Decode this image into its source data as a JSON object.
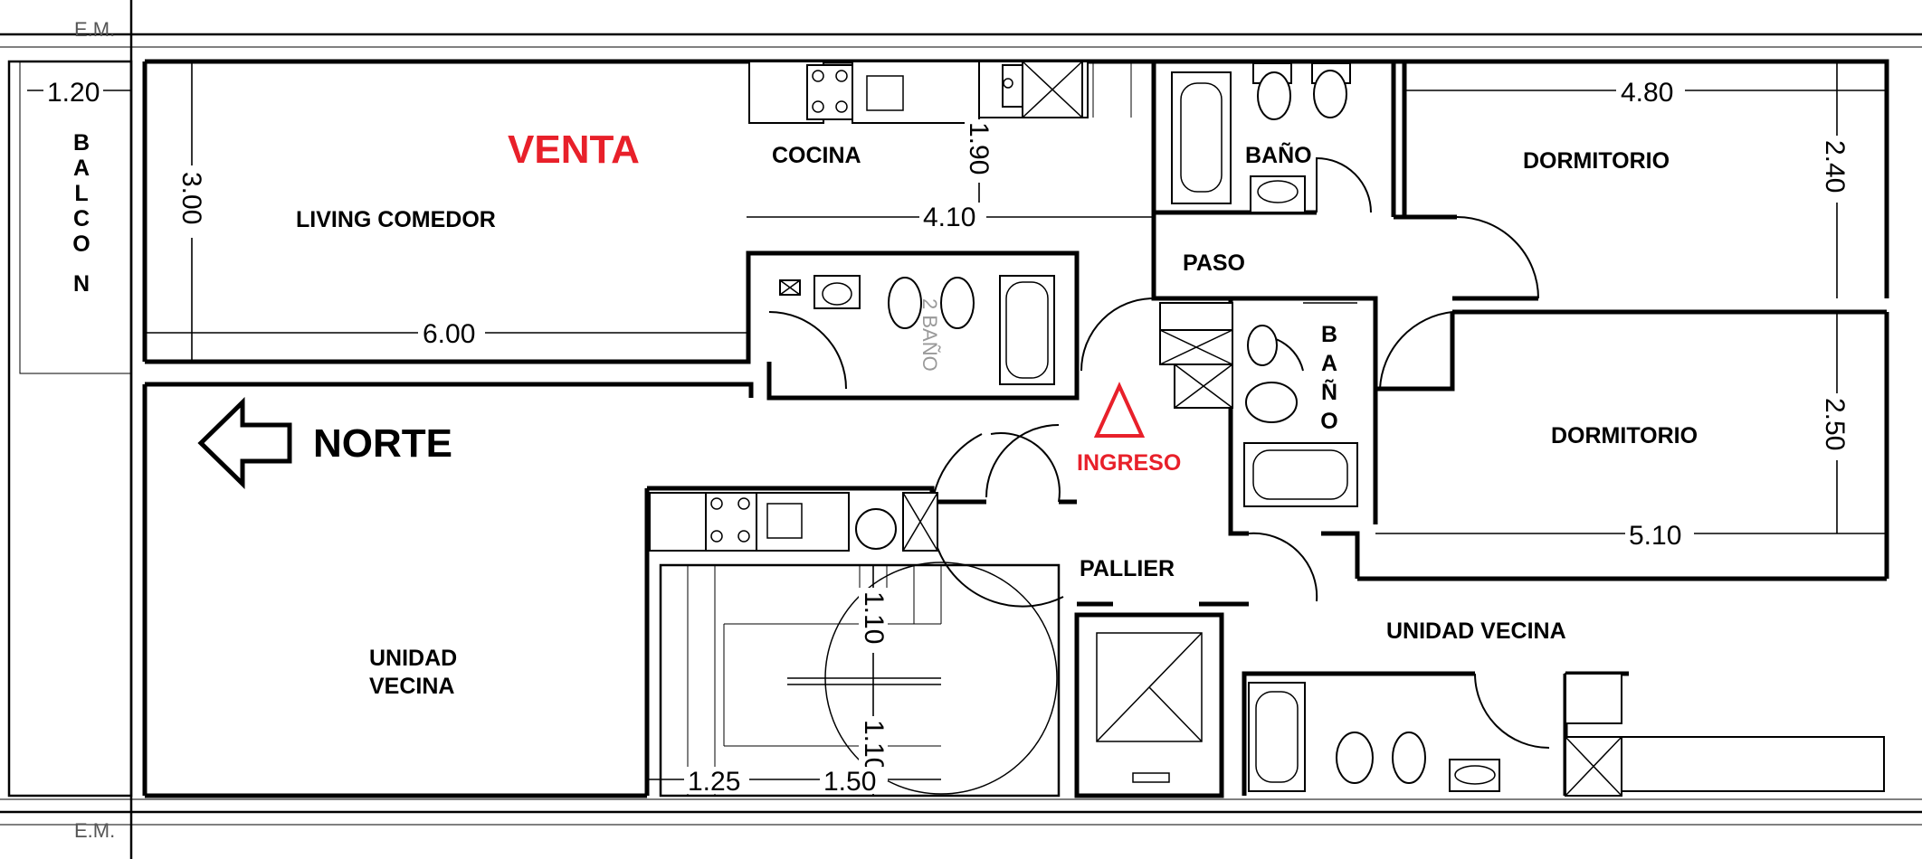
{
  "rooms": {
    "venta": "VENTA",
    "living": "LIVING COMEDOR",
    "cocina": "COCINA",
    "bano1": "BAÑO",
    "dormitorio1": "DORMITORIO",
    "paso": "PASO",
    "dormitorio2": "DORMITORIO",
    "norte": "NORTE",
    "ingreso": "INGRESO",
    "pallier": "PALLIER",
    "unidad_vecina_left_1": "UNIDAD",
    "unidad_vecina_left_2": "VECINA",
    "unidad_vecina_right": "UNIDAD VECINA",
    "balcon": [
      "B",
      "A",
      "L",
      "C",
      "O",
      "N"
    ],
    "bano2": [
      "B",
      "A",
      "Ñ",
      "O"
    ],
    "bano_faint": "2 BAÑO"
  },
  "dimensions": {
    "balcon_width": "1.20",
    "living_depth": "3.00",
    "living_length": "6.00",
    "cocina_depth": "1.90",
    "cocina_length": "4.10",
    "dorm1_length": "4.80",
    "dorm1_depth": "2.40",
    "dorm2_depth": "2.50",
    "dorm2_length": "5.10",
    "stair_a": "1.10",
    "stair_b": "1.10",
    "stair_w1": "1.25",
    "stair_w2": "1.50"
  },
  "markers": {
    "em_top": "E.M.",
    "em_bottom": "E.M."
  },
  "colors": {
    "accent_red": "#e8202a",
    "wall": "#000000"
  },
  "icons": [
    "north-arrow-icon",
    "entrance-triangle-icon"
  ]
}
